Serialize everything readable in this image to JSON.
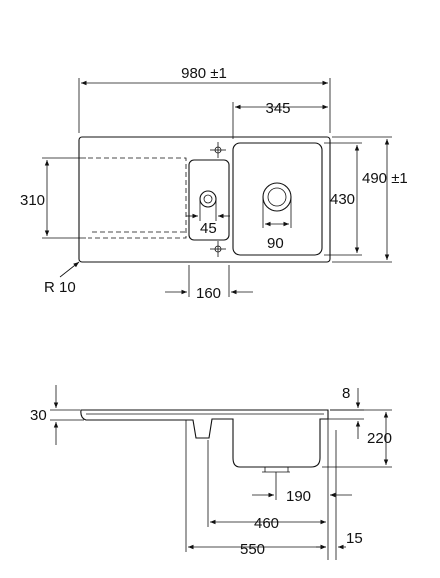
{
  "top_view": {
    "overall_width": "980 ±1",
    "bowl_offset": "345",
    "height_left": "310",
    "height_right": "430",
    "overall_height": "490 ±1",
    "small_drain": "45",
    "main_drain": "90",
    "corner_radius": "R 10",
    "bowl_spacing": "160"
  },
  "side_view": {
    "rim_thickness": "30",
    "lip": "8",
    "depth": "220",
    "dim_190": "190",
    "dim_460": "460",
    "dim_550": "550",
    "dim_15": "15"
  }
}
